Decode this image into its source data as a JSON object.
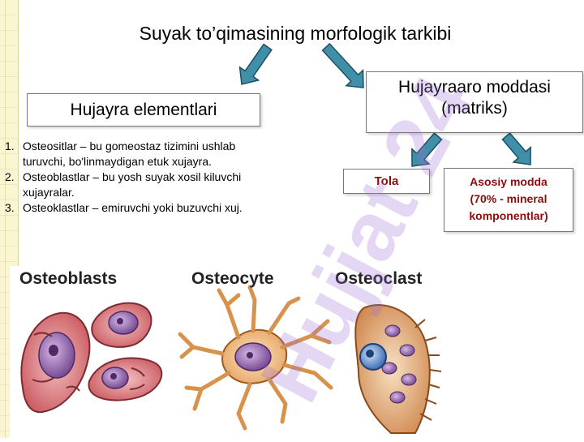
{
  "title": "Suyak to’qimasining morfologik tarkibi",
  "cell_elements": {
    "heading": "Hujayra elementlari",
    "items": [
      {
        "num": "1.",
        "line1": "Osteositlar – bu gomeostaz tizimini ushlab",
        "line2": "turuvchi, bo'linmaydigan etuk xujayra."
      },
      {
        "num": "2.",
        "line1": "Osteoblastlar – bu yosh suyak xosil kiluvchi",
        "line2": "xujayralar."
      },
      {
        "num": "3.",
        "line1": "Osteoklastlar – emiruvchi yoki buzuvchi xuj.",
        "line2": ""
      }
    ]
  },
  "matrix": {
    "line1": "Hujayraaro moddasi",
    "line2": "(matriks)",
    "fiber": "Tola",
    "ground": {
      "line1": "Asosiy modda",
      "line2": "(70% - mineral",
      "line3": "komponentlar)"
    }
  },
  "cells_image": {
    "captions": [
      "Osteoblasts",
      "Osteocyte",
      "Osteoclast"
    ]
  },
  "watermark": "Hujjat 24",
  "colors": {
    "arrow_fill": "#3f8fa8",
    "arrow_stroke": "#1f4f62",
    "highlight_text": "#8b0d0d",
    "watermark": "#9f6fd3"
  }
}
